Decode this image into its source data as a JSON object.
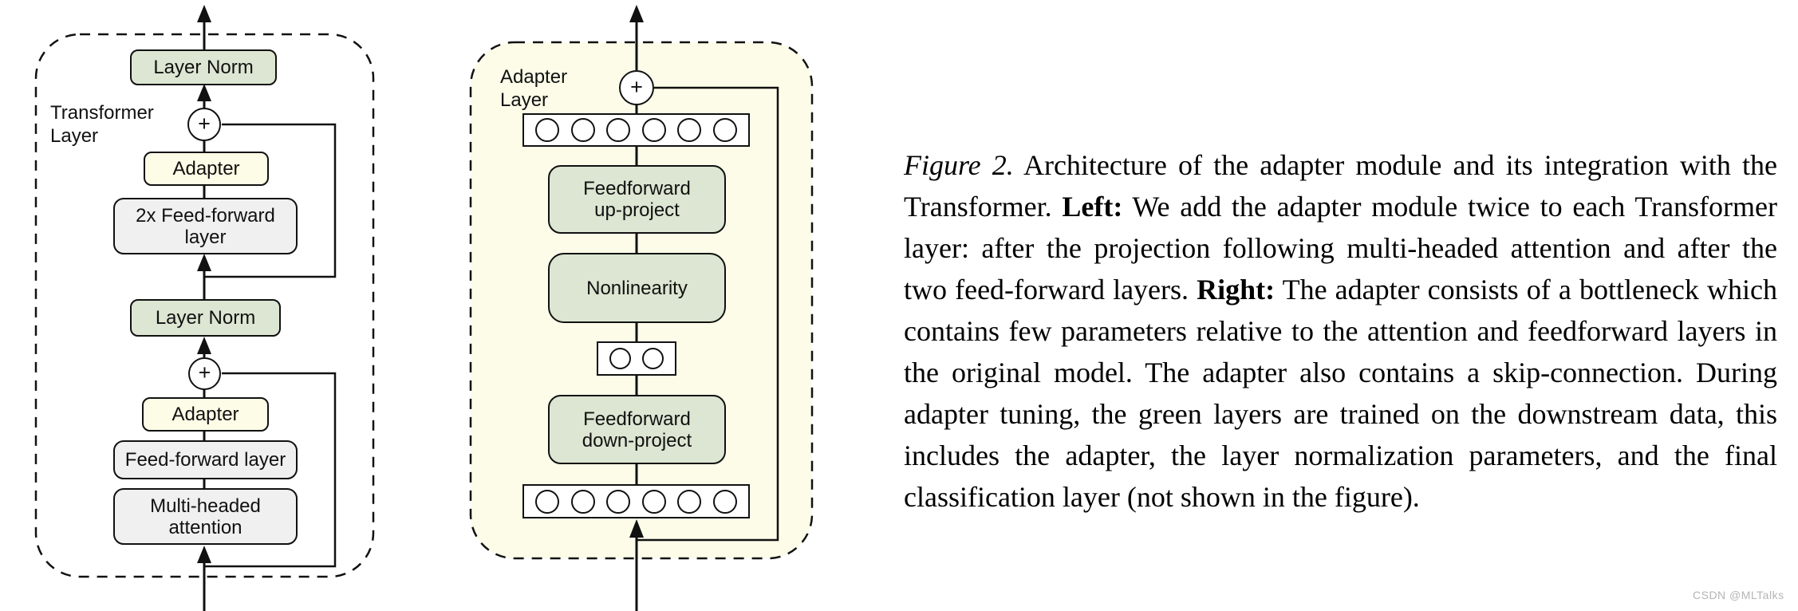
{
  "left_diagram": {
    "container_label": "Transformer\nLayer",
    "layer_norm_top": "Layer Norm",
    "plus_top": "+",
    "adapter_top": "Adapter",
    "feed_forward_2x": "2x Feed-forward\nlayer",
    "layer_norm_bottom": "Layer Norm",
    "plus_bottom": "+",
    "adapter_bottom": "Adapter",
    "feed_forward_layer": "Feed-forward layer",
    "multi_headed_attention": "Multi-headed\nattention"
  },
  "right_diagram": {
    "container_label": "Adapter\nLayer",
    "plus": "+",
    "feedforward_up": "Feedforward\nup-project",
    "nonlinearity": "Nonlinearity",
    "feedforward_down": "Feedforward\ndown-project",
    "top_units_count": 6,
    "bottleneck_units_count": 2,
    "bottom_units_count": 6
  },
  "caption": {
    "figure_label": "Figure 2.",
    "text_1": " Architecture of the adapter module and its integration with the Transformer.  ",
    "left_label": "Left:",
    "text_2": " We add the adapter module twice to each Transformer layer: after the projection following multi-headed attention and after the two feed-forward layers. ",
    "right_label": "Right:",
    "text_3": " The adapter consists of a bottleneck which contains few parameters relative to the attention and feedforward layers in the original model. The adapter also contains a skip-connection. During adapter tuning, the green layers are trained on the downstream data, this includes the adapter, the layer normalization parameters, and the final classification layer (not shown in the figure)."
  },
  "watermark": "CSDN @MLTalks",
  "colors": {
    "trained_green": "#dce6d2",
    "adapter_ivory": "#fdfce6",
    "frozen_gray": "#f0f0f0",
    "adapter_panel_bg": "#fcfce9",
    "stroke": "#111111",
    "watermark_gray": "#b5b5b5"
  }
}
